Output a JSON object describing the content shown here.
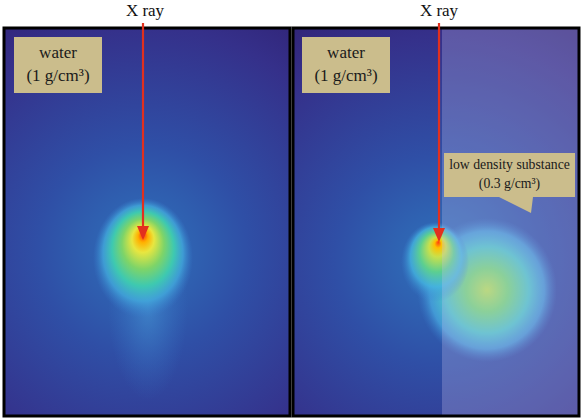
{
  "diagram": {
    "nodes": [
      {
        "text": [
          "water (1 g/cm³)"
        ]
      },
      {
        "text": [
          "water (1 g/cm³)"
        ]
      },
      {
        "text": [
          "low density substance (0.3 g/cm³)"
        ]
      }
    ],
    "labels": [
      "X ray",
      "X ray"
    ]
  }
}
